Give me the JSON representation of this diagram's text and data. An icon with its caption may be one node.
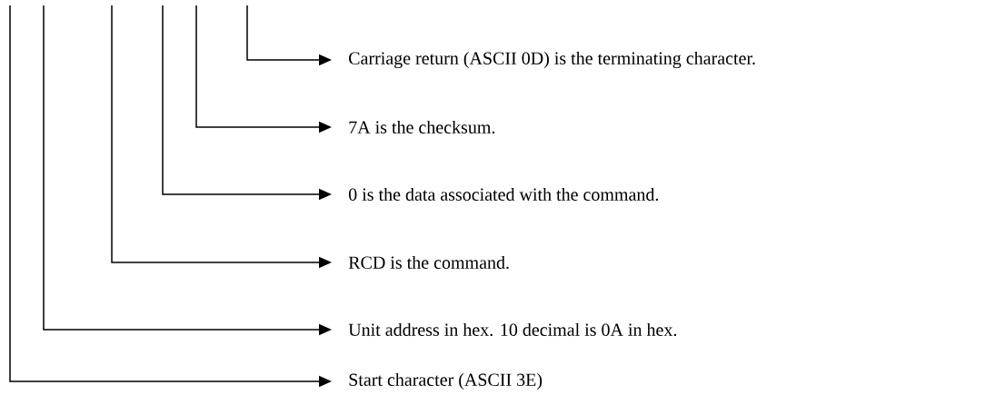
{
  "diagram": {
    "nodes": [
      {
        "text": [
          "Carriage return (ASCII 0D) is the terminating character."
        ]
      },
      {
        "text": [
          "7A is the checksum."
        ]
      },
      {
        "text": [
          "0 is the data associated with the command."
        ]
      },
      {
        "text": [
          "RCD is the command."
        ]
      },
      {
        "text": [
          "Unit address in hex. 10 decimal is 0A in hex."
        ]
      },
      {
        "text": [
          "Start character (ASCII 3E)"
        ]
      }
    ],
    "edges": [
      {
        "from": null,
        "to": 0,
        "arrow": "to"
      },
      {
        "from": null,
        "to": 1,
        "arrow": "to"
      },
      {
        "from": null,
        "to": 2,
        "arrow": "to"
      },
      {
        "from": null,
        "to": 3,
        "arrow": "to"
      },
      {
        "from": null,
        "to": 4,
        "arrow": "to"
      },
      {
        "from": null,
        "to": 5,
        "arrow": "to"
      }
    ]
  }
}
